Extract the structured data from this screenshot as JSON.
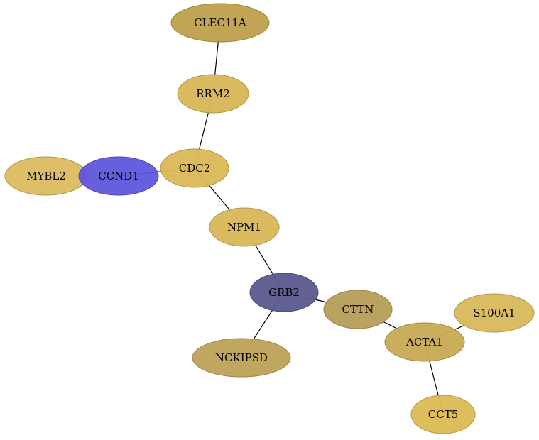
{
  "graph": {
    "nodes": [
      {
        "id": "CLEC11A",
        "label": "CLEC11A",
        "color": "#bfa24f"
      },
      {
        "id": "RRM2",
        "label": "RRM2",
        "color": "#d9b85a"
      },
      {
        "id": "CDC2",
        "label": "CDC2",
        "color": "#dbba5a"
      },
      {
        "id": "MYBL2",
        "label": "MYBL2",
        "color": "#dbba5a"
      },
      {
        "id": "CCND1",
        "label": "CCND1",
        "color": "#6056dc"
      },
      {
        "id": "NPM1",
        "label": "NPM1",
        "color": "#d9b95b"
      },
      {
        "id": "GRB2",
        "label": "GRB2",
        "color": "#5d5c8f"
      },
      {
        "id": "CTTN",
        "label": "CTTN",
        "color": "#b89f5b"
      },
      {
        "id": "NCKIPSD",
        "label": "NCKIPSD",
        "color": "#bfa35a"
      },
      {
        "id": "ACTA1",
        "label": "ACTA1",
        "color": "#c8ab56"
      },
      {
        "id": "S100A1",
        "label": "S100A1",
        "color": "#d9ba5e"
      },
      {
        "id": "CCT5",
        "label": "CCT5",
        "color": "#dcbc58"
      }
    ],
    "edges": [
      {
        "source": "CLEC11A",
        "target": "RRM2"
      },
      {
        "source": "RRM2",
        "target": "CDC2"
      },
      {
        "source": "CDC2",
        "target": "CCND1"
      },
      {
        "source": "CDC2",
        "target": "NPM1"
      },
      {
        "source": "NPM1",
        "target": "GRB2"
      },
      {
        "source": "GRB2",
        "target": "CTTN"
      },
      {
        "source": "GRB2",
        "target": "NCKIPSD"
      },
      {
        "source": "CTTN",
        "target": "ACTA1"
      },
      {
        "source": "ACTA1",
        "target": "S100A1"
      },
      {
        "source": "ACTA1",
        "target": "CCT5"
      }
    ]
  }
}
